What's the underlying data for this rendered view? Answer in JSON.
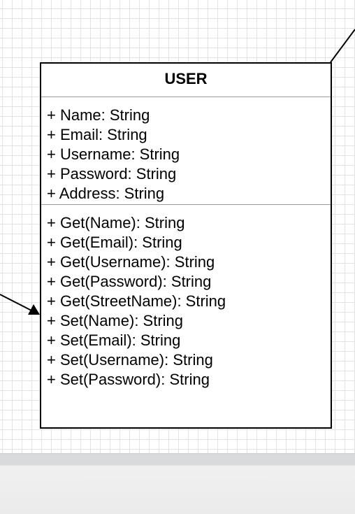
{
  "diagram": {
    "class_name": "USER",
    "attributes": [
      "+ Name: String",
      "+ Email: String",
      "+ Username: String",
      "+ Password: String",
      "+ Address: String"
    ],
    "methods": [
      "+ Get(Name): String",
      "+ Get(Email): String",
      "+ Get(Username): String",
      "+ Get(Password): String",
      "+ Get(StreetName): String",
      "+ Set(Name): String",
      "+ Set(Email): String",
      "+ Set(Username): String",
      "+ Set(Password): String"
    ]
  },
  "colors": {
    "grid": "#e3e3e3",
    "border": "#000000",
    "divider": "#9a9a9a",
    "bottom_bar": "#d9dadc"
  }
}
